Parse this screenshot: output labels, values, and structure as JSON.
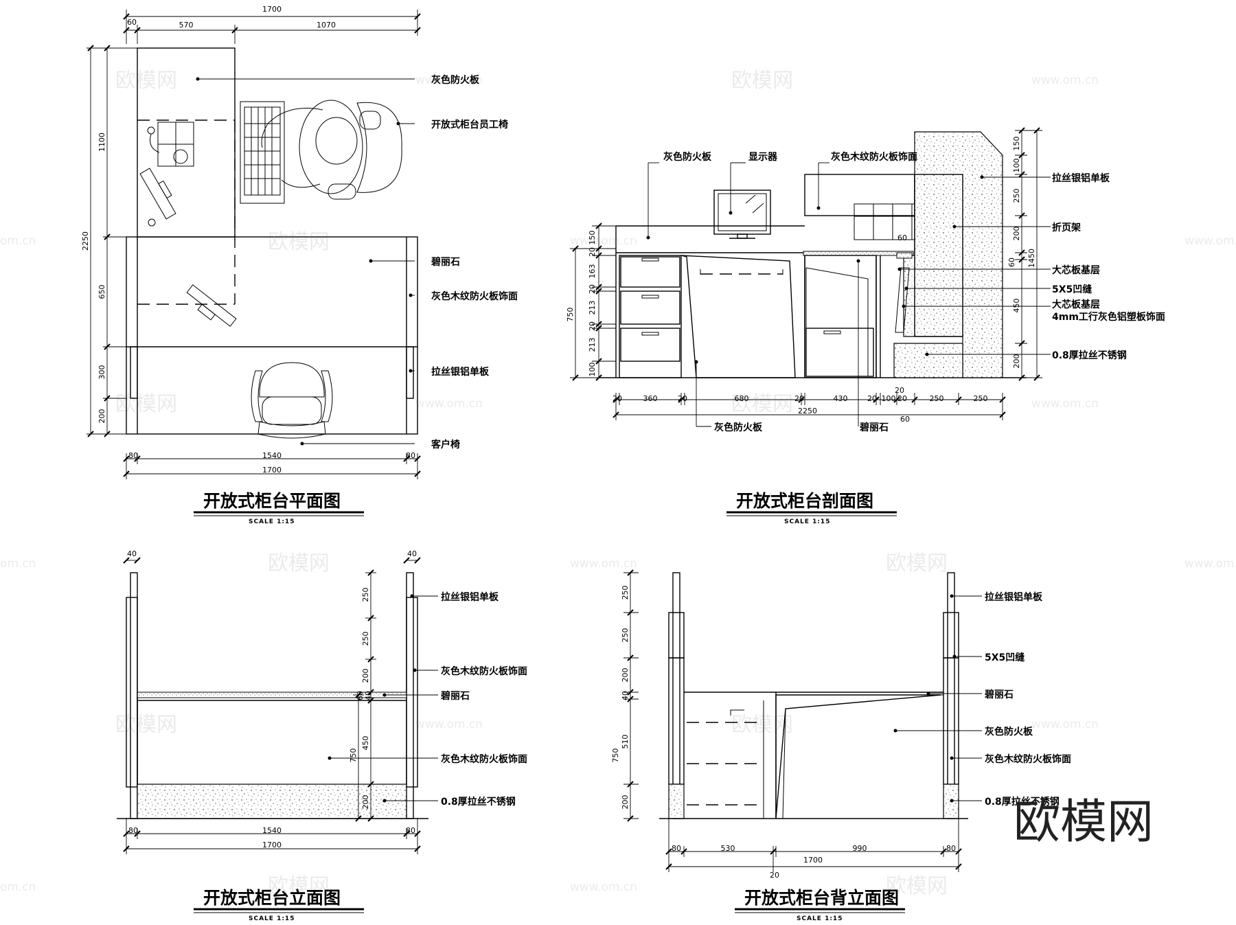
{
  "views": {
    "plan": {
      "title": "开放式柜台平面图",
      "scale": "SCALE 1:15",
      "dims_top": [
        "1700",
        "60",
        "570",
        "1070"
      ],
      "dims_left": [
        "2250",
        "1100",
        "650",
        "300",
        "200"
      ],
      "dims_bottom": [
        "80",
        "1540",
        "80",
        "1700"
      ],
      "labels": [
        "灰色防火板",
        "开放式柜台员工椅",
        "碧丽石",
        "灰色木纹防火板饰面",
        "拉丝银铝单板",
        "客户椅"
      ]
    },
    "section": {
      "title": "开放式柜台剖面图",
      "scale": "SCALE 1:15",
      "dims_bottom": [
        "20",
        "360",
        "20",
        "680",
        "20",
        "430",
        "20",
        "100",
        "20",
        "250",
        "250",
        "2250",
        "20",
        "60"
      ],
      "dims_left": [
        "750",
        "150",
        "20",
        "163",
        "20",
        "213",
        "20",
        "213",
        "100"
      ],
      "dims_right": [
        "1450",
        "150",
        "100",
        "250",
        "200",
        "60",
        "450",
        "200"
      ],
      "dims_inner": [
        "60"
      ],
      "labels_top": [
        "灰色防火板",
        "显示器",
        "灰色木纹防火板饰面"
      ],
      "labels_right": [
        "拉丝银铝单板",
        "折页架",
        "大芯板基层",
        "5X5凹缝",
        "大芯板基层",
        "4mm工行灰色铝塑板饰面",
        "0.8厚拉丝不锈钢"
      ],
      "labels_bottom": [
        "灰色防火板",
        "碧丽石"
      ]
    },
    "elevation": {
      "title": "开放式柜台立面图",
      "scale": "SCALE 1:15",
      "dims_top": [
        "40",
        "40"
      ],
      "dims_right": [
        "250",
        "250",
        "200",
        "60",
        "40",
        "450",
        "750",
        "200"
      ],
      "dims_bottom": [
        "80",
        "1540",
        "80",
        "1700"
      ],
      "labels": [
        "拉丝银铝单板",
        "灰色木纹防火板饰面",
        "碧丽石",
        "灰色木纹防火板饰面",
        "0.8厚拉丝不锈钢"
      ]
    },
    "back_elevation": {
      "title": "开放式柜台背立面图",
      "scale": "SCALE 1:15",
      "dims_left": [
        "250",
        "250",
        "200",
        "40",
        "510",
        "750",
        "200"
      ],
      "dims_bottom": [
        "80",
        "530",
        "990",
        "80",
        "1700",
        "20"
      ],
      "labels": [
        "拉丝银铝单板",
        "5X5凹缝",
        "碧丽石",
        "灰色防火板",
        "灰色木纹防火板饰面",
        "0.8厚拉丝不锈钢"
      ]
    }
  },
  "watermark": {
    "brand": "欧模网",
    "url": "www.om.cn",
    "url_cut": "om.cn",
    "logo": "欧模网"
  }
}
